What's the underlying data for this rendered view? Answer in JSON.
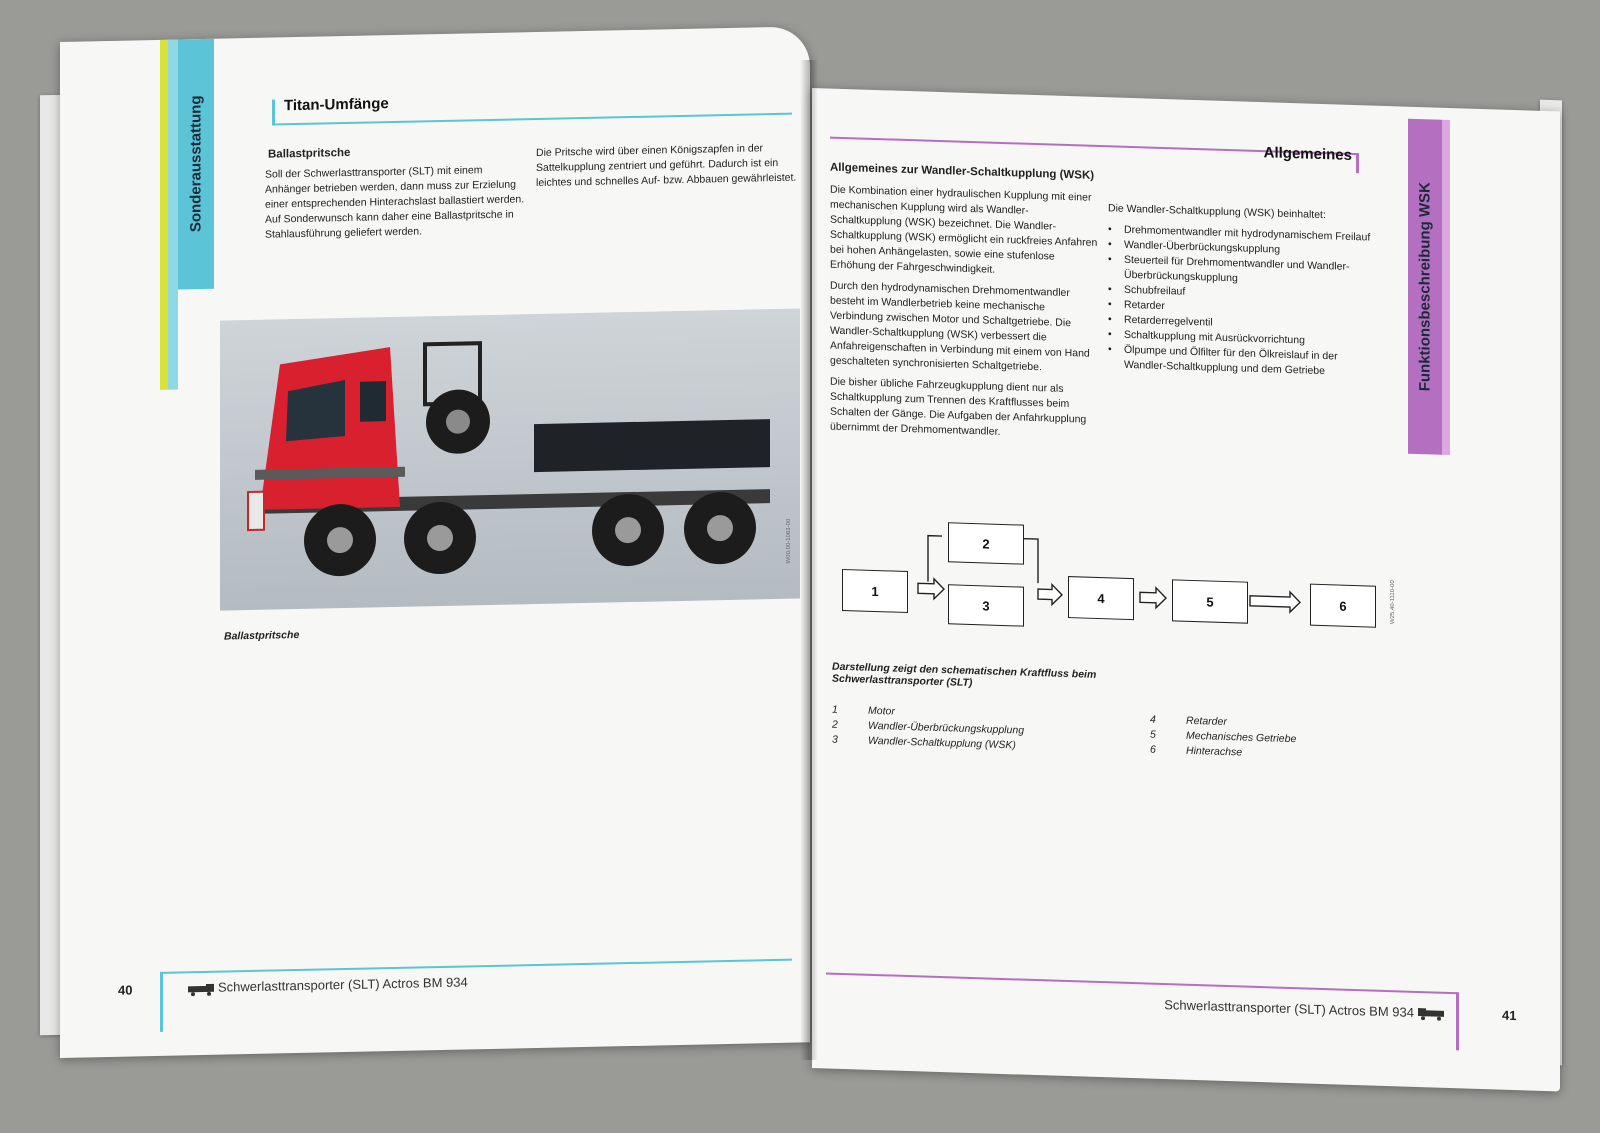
{
  "left": {
    "side_tab": "Sonderausstattung",
    "section_title": "Titan-Umfänge",
    "subheading": "Ballastpritsche",
    "col1": "Soll der Schwerlasttransporter (SLT) mit einem Anhänger betrieben werden, dann muss zur Erzielung einer entsprechenden Hinterachslast ballastiert werden. Auf Sonderwunsch kann daher eine Ballastpritsche in Stahlausführung geliefert werden.",
    "col2": "Die Pritsche wird über einen Königszapfen in der Sattelkupplung zentriert und geführt. Dadurch ist ein leichtes und schnelles Auf- bzw. Abbauen gewährleistet.",
    "image_code": "W00.00-1063-00",
    "image_caption": "Ballastpritsche",
    "page_number": "40",
    "footer": "Schwerlasttransporter (SLT) Actros BM 934"
  },
  "right": {
    "side_tab": "Funktionsbeschreibung WSK",
    "section_title": "Allgemeines",
    "subheading": "Allgemeines zur Wandler-Schaltkupplung (WSK)",
    "paras": [
      "Die Kombination einer hydraulischen Kupplung mit einer mechanischen Kupplung wird als Wandler-Schaltkupplung (WSK) bezeichnet. Die Wandler-Schaltkupplung (WSK) ermöglicht ein ruckfreies Anfahren bei hohen Anhängelasten, sowie eine stufenlose Erhöhung der Fahrgeschwindigkeit.",
      "Durch den hydrodynamischen Drehmomentwandler besteht im Wandlerbetrieb keine mechanische Verbindung zwischen Motor und Schaltgetriebe. Die Wandler-Schaltkupplung (WSK) verbessert die Anfahreigenschaften in Verbindung mit einem von Hand geschalteten synchronisierten Schaltgetriebe.",
      "Die bisher übliche Fahrzeugkupplung dient nur als Schaltkupplung zum Trennen des Kraftflusses beim Schalten der Gänge. Die Aufgaben der Anfahrkupplung übernimmt der Drehmomentwandler."
    ],
    "includes_intro": "Die Wandler-Schaltkupplung (WSK) beinhaltet:",
    "includes": [
      "Drehmomentwandler mit hydrodynamischem Freilauf",
      "Wandler-Überbrückungskupplung",
      "Steuerteil für Drehmomentwandler und Wandler-Überbrückungskupplung",
      "Schubfreilauf",
      "Retarder",
      "Retarderregelventil",
      "Schaltkupplung mit Ausrückvorrichtung",
      "Ölpumpe und Ölfilter für den Ölkreislauf in der Wandler-Schaltkupplung und dem Getriebe"
    ],
    "diagram_boxes": [
      "1",
      "2",
      "3",
      "4",
      "5",
      "6"
    ],
    "diagram_code": "W25.40-1110-00",
    "diagram_caption": "Darstellung zeigt den schematischen Kraftfluss beim Schwerlasttransporter (SLT)",
    "legend": [
      {
        "num": "1",
        "label": "Motor"
      },
      {
        "num": "2",
        "label": "Wandler-Überbrückungskupplung"
      },
      {
        "num": "3",
        "label": "Wandler-Schaltkupplung (WSK)"
      },
      {
        "num": "4",
        "label": "Retarder"
      },
      {
        "num": "5",
        "label": "Mechanisches Getriebe"
      },
      {
        "num": "6",
        "label": "Hinterachse"
      }
    ],
    "footer": "Schwerlasttransporter (SLT) Actros BM 934",
    "page_number": "41"
  },
  "colors": {
    "left_accent": "#5bc4d6",
    "left_stripe": "#d8e23a",
    "right_accent": "#b56fc1",
    "truck_cab": "#d8202e"
  }
}
